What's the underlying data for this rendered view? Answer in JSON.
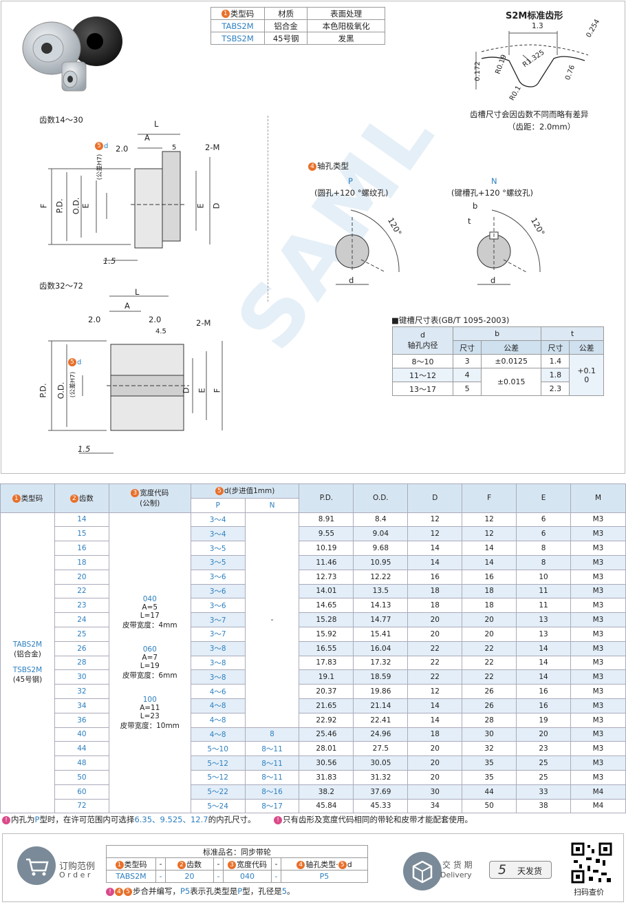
{
  "material_table": {
    "headers": [
      "类型码",
      "材质",
      "表面处理"
    ],
    "rows": [
      {
        "code": "TABS2M",
        "material": "铝合金",
        "finish": "本色阳极氧化"
      },
      {
        "code": "TSBS2M",
        "material": "45号钢",
        "finish": "发黑"
      }
    ]
  },
  "profile": {
    "title": "S2M标准齿形",
    "dims": [
      "1.3",
      "0.254",
      "R0.19",
      "R1.325",
      "0.172",
      "0.76",
      "R0.1"
    ],
    "note1": "齿槽尺寸会因齿数不同而略有差异",
    "note2": "（齿距：2.0mm）"
  },
  "drawing1": {
    "title": "齿数14～30",
    "labels": {
      "L": "L",
      "A": "A",
      "d": "d",
      "tol": "(公差H7)",
      "d20": "2.0",
      "five": "5",
      "m": "2-M",
      "F": "F",
      "PD": "P.D.",
      "OD": "O.D.",
      "E": "E",
      "E2": "E",
      "D": "D",
      "t15": "1.5"
    }
  },
  "drawing2": {
    "title": "齿数32～72",
    "labels": {
      "L": "L",
      "A": "A",
      "d20a": "2.0",
      "d20b": "2.0",
      "f45": "4.5",
      "m": "2-M",
      "d": "d",
      "tol": "(公差H7)",
      "PD": "P.D.",
      "OD": "O.D.",
      "D": "D",
      "E": "E",
      "F": "F",
      "t15": "1.5"
    }
  },
  "bore": {
    "title": "轴孔类型",
    "P": {
      "code": "P",
      "desc": "(圆孔+120 °螺纹孔)",
      "angle": "120°",
      "d": "d"
    },
    "N": {
      "code": "N",
      "desc": "(键槽孔+120 °螺纹孔)",
      "angle": "120°",
      "d": "d",
      "b": "b",
      "t": "t"
    }
  },
  "key_table": {
    "title": "■键槽尺寸表(GB/T 1095-2003)",
    "h_d": "d",
    "h_d2": "轴孔内径",
    "h_b": "b",
    "h_t": "t",
    "h_size": "尺寸",
    "h_tol": "公差",
    "h_size2": "尺寸",
    "h_tol2": "公差",
    "rows": [
      {
        "d": "8～10",
        "b": "3",
        "btol": "±0.0125",
        "t": "1.4"
      },
      {
        "d": "11～12",
        "b": "4",
        "btol": "±0.015",
        "t": "1.8"
      },
      {
        "d": "13～17",
        "b": "5",
        "btol": "",
        "t": "2.3"
      }
    ],
    "ttol": "+0.1\n0"
  },
  "main": {
    "headers": {
      "type": "类型码",
      "teeth": "齿数",
      "width": "宽度代码",
      "width_sub": "(公制)",
      "d": "d(步进值1mm)",
      "P": "P",
      "N": "N",
      "PD": "P.D.",
      "OD": "O.D.",
      "D": "D",
      "F": "F",
      "E": "E",
      "M": "M"
    },
    "type_col": [
      "TABS2M",
      "(铝合金)",
      "TSBS2M",
      "(45号钢)"
    ],
    "width_col": [
      [
        "040",
        "A=5",
        "L=17",
        "皮带宽度：4mm"
      ],
      [
        "060",
        "A=7",
        "L=19",
        "皮带宽度：6mm"
      ],
      [
        "100",
        "A=11",
        "L=23",
        "皮带宽度：10mm"
      ]
    ],
    "n_dash": "-",
    "rows": [
      {
        "teeth": "14",
        "P": "3～4",
        "N": "",
        "PD": "8.91",
        "OD": "8.4",
        "D": "12",
        "F": "12",
        "E": "6",
        "M": "M3"
      },
      {
        "teeth": "15",
        "P": "3～4",
        "N": "",
        "PD": "9.55",
        "OD": "9.04",
        "D": "12",
        "F": "12",
        "E": "6",
        "M": "M3"
      },
      {
        "teeth": "16",
        "P": "3～5",
        "N": "",
        "PD": "10.19",
        "OD": "9.68",
        "D": "14",
        "F": "14",
        "E": "8",
        "M": "M3"
      },
      {
        "teeth": "18",
        "P": "3～5",
        "N": "",
        "PD": "11.46",
        "OD": "10.95",
        "D": "14",
        "F": "14",
        "E": "8",
        "M": "M3"
      },
      {
        "teeth": "20",
        "P": "3～6",
        "N": "",
        "PD": "12.73",
        "OD": "12.22",
        "D": "16",
        "F": "16",
        "E": "10",
        "M": "M3"
      },
      {
        "teeth": "22",
        "P": "3～6",
        "N": "",
        "PD": "14.01",
        "OD": "13.5",
        "D": "18",
        "F": "18",
        "E": "11",
        "M": "M3"
      },
      {
        "teeth": "23",
        "P": "3～6",
        "N": "",
        "PD": "14.65",
        "OD": "14.13",
        "D": "18",
        "F": "18",
        "E": "11",
        "M": "M3"
      },
      {
        "teeth": "24",
        "P": "3～7",
        "N": "",
        "PD": "15.28",
        "OD": "14.77",
        "D": "20",
        "F": "20",
        "E": "13",
        "M": "M3"
      },
      {
        "teeth": "25",
        "P": "3～7",
        "N": "",
        "PD": "15.92",
        "OD": "15.41",
        "D": "20",
        "F": "20",
        "E": "13",
        "M": "M3"
      },
      {
        "teeth": "26",
        "P": "3～8",
        "N": "",
        "PD": "16.55",
        "OD": "16.04",
        "D": "22",
        "F": "22",
        "E": "14",
        "M": "M3"
      },
      {
        "teeth": "28",
        "P": "3～8",
        "N": "",
        "PD": "17.83",
        "OD": "17.32",
        "D": "22",
        "F": "22",
        "E": "14",
        "M": "M3"
      },
      {
        "teeth": "30",
        "P": "3～8",
        "N": "",
        "PD": "19.1",
        "OD": "18.59",
        "D": "22",
        "F": "22",
        "E": "14",
        "M": "M3"
      },
      {
        "teeth": "32",
        "P": "4～6",
        "N": "",
        "PD": "20.37",
        "OD": "19.86",
        "D": "12",
        "F": "26",
        "E": "16",
        "M": "M3"
      },
      {
        "teeth": "34",
        "P": "4～8",
        "N": "",
        "PD": "21.65",
        "OD": "21.14",
        "D": "14",
        "F": "26",
        "E": "16",
        "M": "M3"
      },
      {
        "teeth": "36",
        "P": "4～8",
        "N": "",
        "PD": "22.92",
        "OD": "22.41",
        "D": "14",
        "F": "28",
        "E": "19",
        "M": "M3"
      },
      {
        "teeth": "40",
        "P": "4～8",
        "N": "8",
        "PD": "25.46",
        "OD": "24.96",
        "D": "18",
        "F": "30",
        "E": "20",
        "M": "M3"
      },
      {
        "teeth": "44",
        "P": "5～10",
        "N": "8～11",
        "PD": "28.01",
        "OD": "27.5",
        "D": "20",
        "F": "32",
        "E": "23",
        "M": "M3"
      },
      {
        "teeth": "48",
        "P": "5～12",
        "N": "8～11",
        "PD": "30.56",
        "OD": "30.05",
        "D": "20",
        "F": "35",
        "E": "25",
        "M": "M3"
      },
      {
        "teeth": "50",
        "P": "5～12",
        "N": "8～11",
        "PD": "31.83",
        "OD": "31.32",
        "D": "20",
        "F": "35",
        "E": "25",
        "M": "M3"
      },
      {
        "teeth": "60",
        "P": "5～22",
        "N": "8～16",
        "PD": "38.2",
        "OD": "37.69",
        "D": "30",
        "F": "44",
        "E": "33",
        "M": "M4"
      },
      {
        "teeth": "72",
        "P": "5～24",
        "N": "8～17",
        "PD": "45.84",
        "OD": "45.33",
        "D": "34",
        "F": "50",
        "E": "38",
        "M": "M4"
      }
    ]
  },
  "notes": {
    "n1a": "内孔为",
    "n1b": "P",
    "n1c": "型时，在许可范围内可选择",
    "n1d": "6.35、9.525、12.7",
    "n1e": "的内孔尺寸。",
    "n2": "只有齿形及宽度代码相同的带轮和皮带才能配套使用。"
  },
  "order": {
    "title_cn": "订购范例",
    "title_en": "O r d e r",
    "std_name": "标准品名：同步带轮",
    "h_type": "类型码",
    "h_teeth": "齿数",
    "h_width": "宽度代码",
    "h_bore": "轴孔类型·",
    "h_d": "d",
    "dash": "-",
    "v_type": "TABS2M",
    "v_teeth": "20",
    "v_width": "040",
    "v_bore": "P5",
    "note_a": "步合并编写，",
    "note_b": "P5",
    "note_c": "表示孔类型是",
    "note_d": "P",
    "note_e": "型，孔径是",
    "note_f": "5",
    "note_g": "。",
    "delivery_cn": "交 货 期",
    "delivery_en": "Delivery",
    "days": "5",
    "days_label": "天发货",
    "qr_label": "扫码查价"
  },
  "watermark": "SAML"
}
